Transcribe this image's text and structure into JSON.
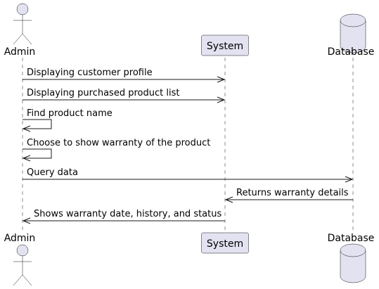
{
  "diagram": {
    "type": "sequence",
    "participants": [
      {
        "id": "admin",
        "kind": "actor",
        "label": "Admin"
      },
      {
        "id": "system",
        "kind": "participant",
        "label": "System"
      },
      {
        "id": "database",
        "kind": "database",
        "label": "Database"
      }
    ],
    "messages": [
      {
        "from": "admin",
        "to": "system",
        "label": "Displaying customer profile"
      },
      {
        "from": "admin",
        "to": "system",
        "label": "Displaying purchased product list"
      },
      {
        "from": "admin",
        "to": "admin",
        "label": "Find product name"
      },
      {
        "from": "admin",
        "to": "admin",
        "label": "Choose to show warranty of the product"
      },
      {
        "from": "admin",
        "to": "database",
        "label": "Query data"
      },
      {
        "from": "database",
        "to": "system",
        "label": "Returns warranty details"
      },
      {
        "from": "system",
        "to": "admin",
        "label": "Shows warranty date, history, and status"
      }
    ],
    "colors": {
      "participant_fill": "#E2E2F0",
      "line": "#181818"
    }
  }
}
